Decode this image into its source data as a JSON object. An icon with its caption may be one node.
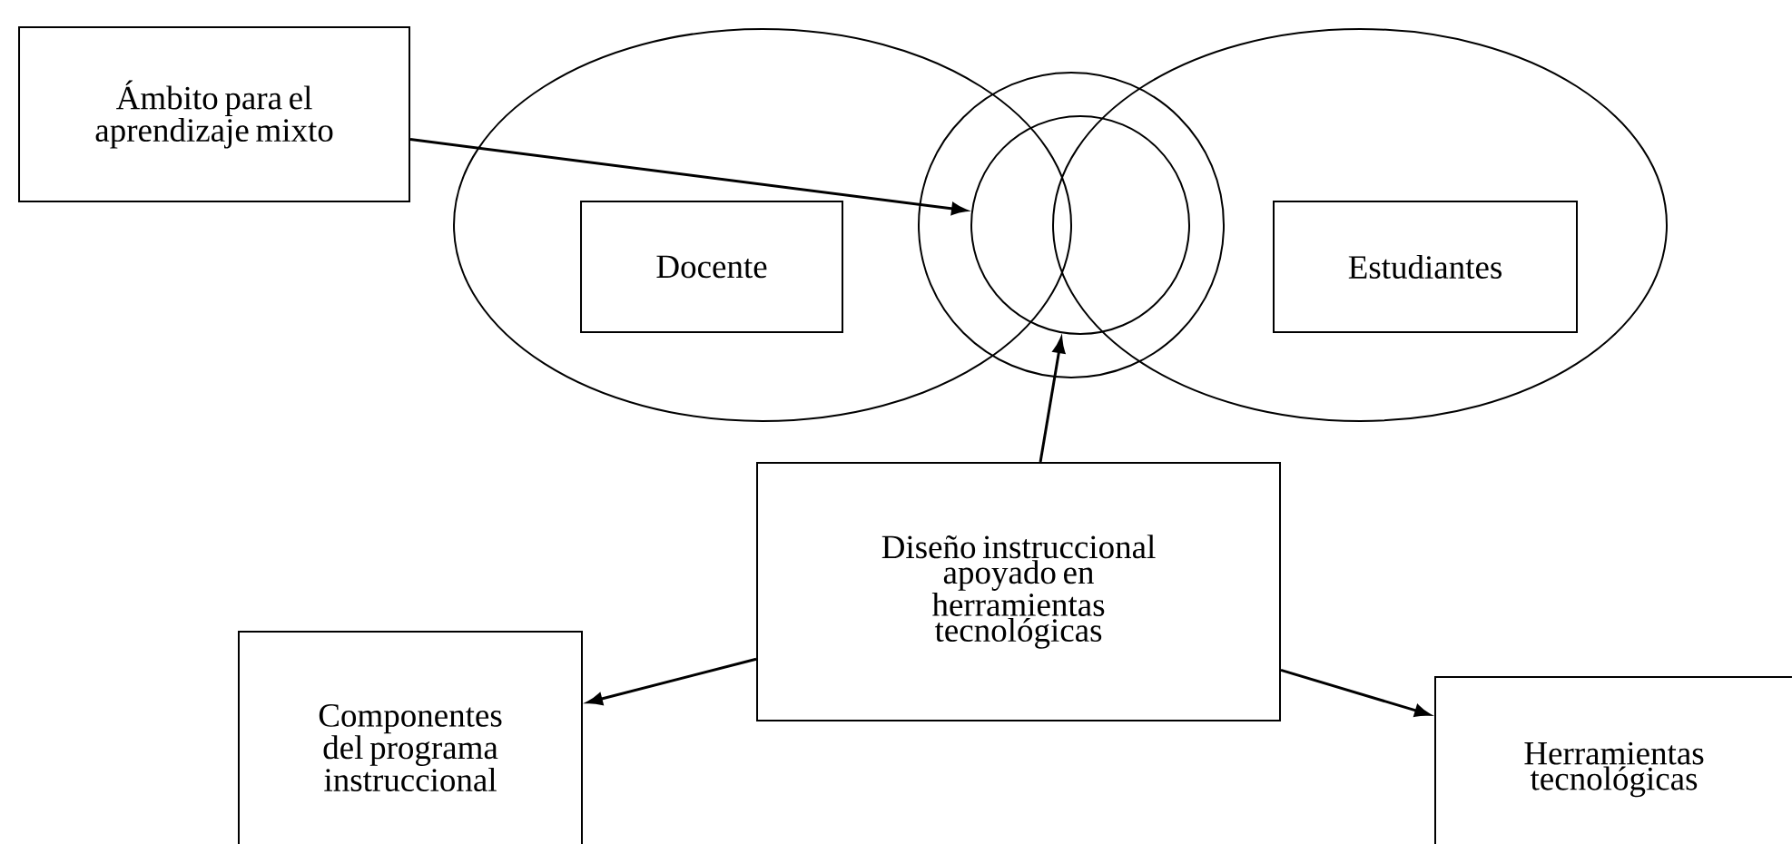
{
  "diagram": {
    "nodes": [
      {
        "text": [],
        "shape": "ellipse"
      },
      {
        "text": [],
        "shape": "ellipse"
      },
      {
        "text": [],
        "shape": "circle"
      },
      {
        "text": [],
        "shape": "circle",
        "in": 2
      },
      {
        "text": [
          "Ámbito para el aprendizaje mixto"
        ]
      },
      {
        "text": [
          "Docente"
        ],
        "in": 0
      },
      {
        "text": [
          "Estudiantes"
        ],
        "in": 1
      },
      {
        "text": [
          "Diseño instruccional apoyado en herramientas tecnológicas"
        ]
      },
      {
        "text": [
          "Componentes del programa instruccional"
        ]
      },
      {
        "text": [
          "Herramientas tecnológicas"
        ]
      }
    ],
    "edges": [
      {
        "from": 4,
        "to": 3,
        "arrow": "to"
      },
      {
        "from": 7,
        "to": 3,
        "arrow": "to"
      },
      {
        "from": 7,
        "to": 8,
        "arrow": "to"
      },
      {
        "from": 7,
        "to": 9,
        "arrow": "to"
      }
    ]
  }
}
